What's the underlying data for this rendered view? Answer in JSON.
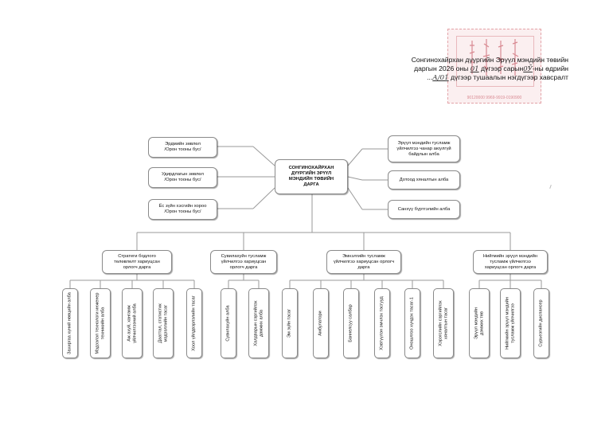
{
  "stamp": {
    "code": "90120000  9969-9919-0190900"
  },
  "approval": {
    "line1": "Сонгинохайрхан дүүргийн Эрүүл мэндийн төвийн",
    "line2_a": "даргын 2026 оны",
    "line2_month": "01",
    "line2_b": "дүгээр сарын",
    "line2_day": "0Ў",
    "line2_c": "-ны өдрийн",
    "line3_a": "...",
    "line3_num": "А/01",
    "line3_b": " дүгээр тушаалын нэгдүгээр хавсралт"
  },
  "center": {
    "l1": "СОНГИНОХАЙРХАН",
    "l2": "ДҮҮРГИЙН ЭРҮҮЛ",
    "l3": "МЭНДИЙН ТӨВИЙН",
    "l4": "ДАРГА"
  },
  "left_boxes": [
    {
      "l1": "Эрдмийн зөвлөл",
      "l2": "/Орон тооны бус/"
    },
    {
      "l1": "Удирдлагын зөвлөл",
      "l2": "/Орон тооны бус/"
    },
    {
      "l1": "Ёс зүйн хэсгийн хороо",
      "l2": "/Орон тооны бус/"
    }
  ],
  "right_boxes": [
    {
      "l1": "Эрүүл мэндийн тусламж",
      "l2": "үйлчилгээ чанар аюулгүй",
      "l3": "байдлын алба"
    },
    {
      "l1": "Дотоод хяналтын алба"
    },
    {
      "l1": "Санхүү бүртгэлийн алба"
    }
  ],
  "deputies": [
    {
      "l1": "Стратеги бодлого",
      "l2": "төлөвлөлт хариуцсан",
      "l3": "орлогч дарга"
    },
    {
      "l1": "Сувилахуйн тусламж",
      "l2": "үйлчилгээ хариуцсан",
      "l3": "орлогч дарга"
    },
    {
      "l1": "Эмнэлгийн тусламж",
      "l2": "үйлчилгээ хариуцсан орлогч",
      "l3": "дарга"
    },
    {
      "l1": "Нийгмийн эрүүл мэндийн",
      "l2": "тусламж үйлчилгээ",
      "l3": "хариуцсан орлогч дарга"
    }
  ],
  "units": [
    [
      "Захиргаа хүний нөөцийн алба"
    ],
    [
      "Мэдээлэл технологи инженер",
      "техникийн алба"
    ],
    [
      "Аж ахуй, хангамж",
      "үйлчилгээний алба"
    ],
    [
      "Дааттал, статистик",
      "мэдээллийн тасаг"
    ],
    [
      "Хоол үйлдвэрлэлийн тасаг"
    ],
    [
      "Сувилахуйн алба"
    ],
    [
      "Халдварын сэргийлэх",
      "дамжих алба"
    ],
    [
      "Эм зүйн тасаг"
    ],
    [
      "Амбулатори"
    ],
    [
      "Баннелсуу салбар"
    ],
    [
      "Хэвтүүлэн эмчлэх тасгууд"
    ],
    [
      "Оношлгоо хүндэх тасаг-1"
    ],
    [
      "Хэрэгслийн сэргийлэх",
      "хяналтын тасаг"
    ],
    [
      "Эрүүл мэндийн",
      "дэмжих төв"
    ],
    [
      "Нийгмийн эрүүл мэндийн",
      "тусламж үйлчилгээ"
    ],
    [
      "Сүрьеэгийн диспансер"
    ]
  ]
}
